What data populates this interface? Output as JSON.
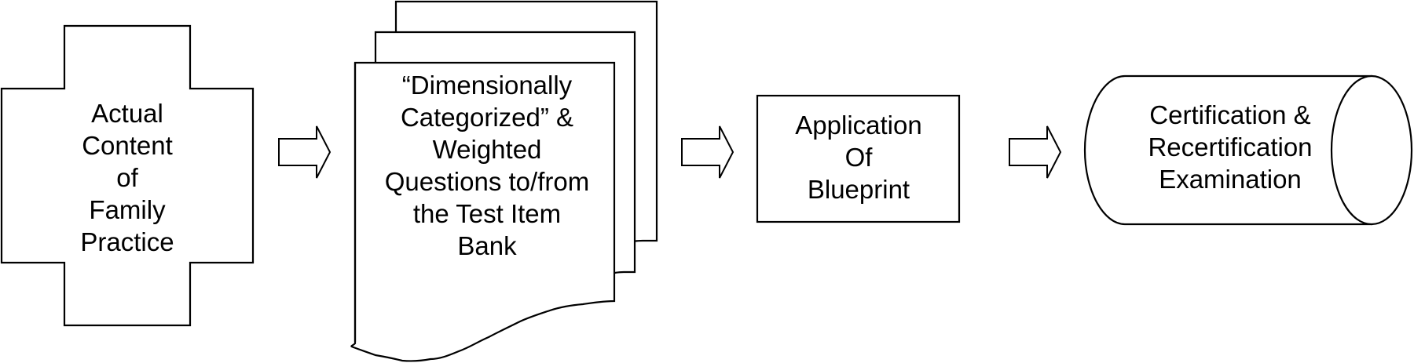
{
  "diagram": {
    "nodes": [
      {
        "id": "content",
        "shape": "cross",
        "text": "Actual\nContent\nof\nFamily\nPractice"
      },
      {
        "id": "questions",
        "shape": "multi-document",
        "text": "“Dimensionally\nCategorized” &\nWeighted\nQuestions to/from\nthe Test Item\nBank"
      },
      {
        "id": "blueprint",
        "shape": "process",
        "text": "Application\nOf\nBlueprint"
      },
      {
        "id": "exam",
        "shape": "cylinder",
        "text": "Certification &\nRecertification\nExamination"
      }
    ],
    "edges": [
      {
        "from": "content",
        "to": "questions",
        "style": "block-arrow"
      },
      {
        "from": "questions",
        "to": "blueprint",
        "style": "block-arrow"
      },
      {
        "from": "blueprint",
        "to": "exam",
        "style": "block-arrow"
      }
    ],
    "colors": {
      "stroke": "#000000",
      "fill": "#ffffff",
      "text": "#000000"
    }
  }
}
